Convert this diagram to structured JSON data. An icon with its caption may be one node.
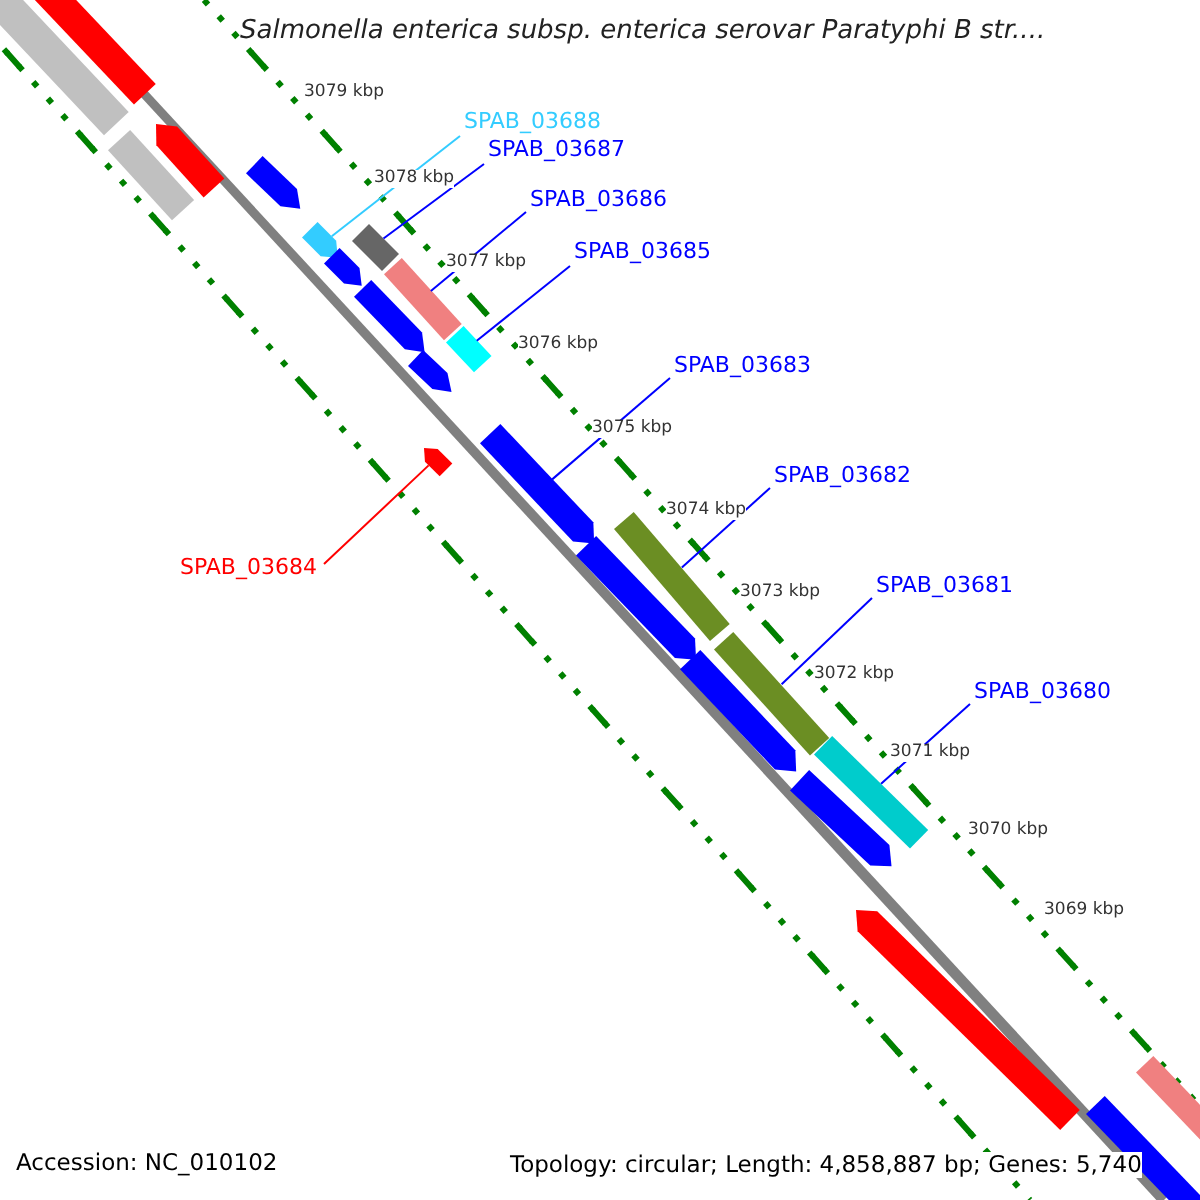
{
  "diagram": {
    "title": "Salmonella enterica subsp. enterica serovar Paratyphi B str....",
    "nodes": [
      {
        "text": [
          "SPAB_03688"
        ]
      },
      {
        "text": [
          "SPAB_03687"
        ]
      },
      {
        "text": [
          "SPAB_03686"
        ]
      },
      {
        "text": [
          "SPAB_03685"
        ]
      },
      {
        "text": [
          "SPAB_03683"
        ]
      },
      {
        "text": [
          "SPAB_03682"
        ]
      },
      {
        "text": [
          "SPAB_03681"
        ]
      },
      {
        "text": [
          "SPAB_03680"
        ]
      },
      {
        "text": [
          "SPAB_03684"
        ]
      },
      {
        "text": [],
        "shape": "bar"
      },
      {
        "text": [],
        "shape": "bar"
      },
      {
        "text": [],
        "shape": "bar"
      },
      {
        "text": [],
        "shape": "arrow"
      },
      {
        "text": [],
        "shape": "arrow"
      },
      {
        "text": [],
        "shape": "arrow"
      },
      {
        "text": [],
        "shape": "bar"
      },
      {
        "text": [],
        "shape": "arrow"
      },
      {
        "text": [],
        "shape": "bar"
      },
      {
        "text": [],
        "shape": "arrow"
      },
      {
        "text": [],
        "shape": "bar"
      },
      {
        "text": [],
        "shape": "arrow"
      },
      {
        "text": [],
        "shape": "arrow"
      },
      {
        "text": [],
        "shape": "arrow"
      },
      {
        "text": [],
        "shape": "bar"
      },
      {
        "text": [],
        "shape": "arrow"
      },
      {
        "text": [],
        "shape": "bar"
      },
      {
        "text": [],
        "shape": "arrow"
      },
      {
        "text": [],
        "shape": "bar"
      },
      {
        "text": [],
        "shape": "arrow"
      },
      {
        "text": [],
        "shape": "arrow"
      },
      {
        "text": [],
        "shape": "bar"
      },
      {
        "text": [],
        "shape": "bar"
      }
    ],
    "edges": [
      {
        "from": 0,
        "to": 14,
        "arrow": "none",
        "color": "#33ccff"
      },
      {
        "from": 1,
        "to": 15,
        "arrow": "none"
      },
      {
        "from": 2,
        "to": 17,
        "arrow": "none"
      },
      {
        "from": 3,
        "to": 19,
        "arrow": "none"
      },
      {
        "from": 4,
        "to": 22,
        "arrow": "none"
      },
      {
        "from": 5,
        "to": 23,
        "arrow": "none"
      },
      {
        "from": 6,
        "to": 25,
        "arrow": "none"
      },
      {
        "from": 7,
        "to": 27,
        "arrow": "none"
      },
      {
        "from": 8,
        "to": 21,
        "arrow": "none",
        "color": "#ff0000"
      }
    ],
    "labels": [
      "3079 kbp",
      "3078 kbp",
      "3077 kbp",
      "3076 kbp",
      "3075 kbp",
      "3074 kbp",
      "3073 kbp",
      "3072 kbp",
      "3071 kbp",
      "3070 kbp",
      "3069 kbp",
      "Accession: NC_010102",
      "Topology: circular; Length: 4,858,887 bp; Genes: 5,740"
    ]
  }
}
